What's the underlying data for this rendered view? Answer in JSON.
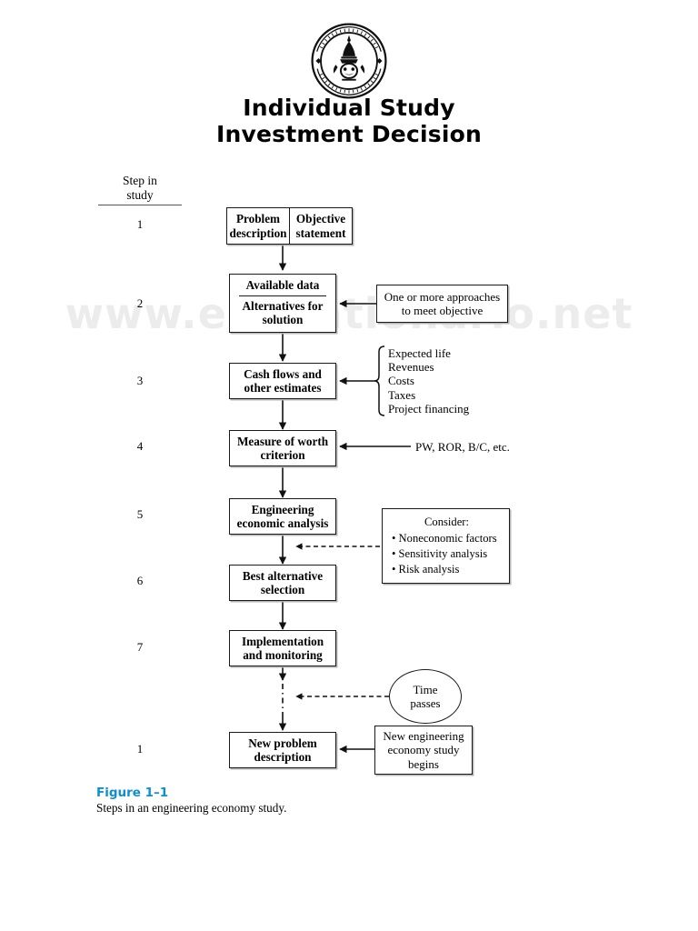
{
  "page": {
    "watermark": "www.educationario.net",
    "title_line1": "Individual Study",
    "title_line2": "Investment Decision",
    "logo_name": "university-seal-logo"
  },
  "step_column": {
    "header_line1": "Step in",
    "header_line2": "study",
    "numbers": [
      "1",
      "2",
      "3",
      "4",
      "5",
      "6",
      "7",
      "1"
    ]
  },
  "flow": {
    "nodes": [
      {
        "id": "problem-objective",
        "type": "split",
        "left_line1": "Problem",
        "left_line2": "description",
        "right_line1": "Objective",
        "right_line2": "statement"
      },
      {
        "id": "available-data",
        "type": "stacked",
        "top": "Available data",
        "bottom_line1": "Alternatives for",
        "bottom_line2": "solution"
      },
      {
        "id": "cash-flows",
        "type": "simple",
        "line1": "Cash flows and",
        "line2": "other estimates"
      },
      {
        "id": "measure-of-worth",
        "type": "simple",
        "line1": "Measure of worth",
        "line2": "criterion"
      },
      {
        "id": "engineering-economic-analysis",
        "type": "simple",
        "line1": "Engineering",
        "line2": "economic analysis"
      },
      {
        "id": "best-alternative",
        "type": "simple",
        "line1": "Best alternative",
        "line2": "selection"
      },
      {
        "id": "implementation",
        "type": "simple",
        "line1": "Implementation",
        "line2": "and monitoring"
      },
      {
        "id": "new-problem",
        "type": "simple",
        "line1": "New problem",
        "line2": "description"
      }
    ]
  },
  "annotations": {
    "approaches_box": {
      "line1": "One or more approaches",
      "line2": "to meet objective"
    },
    "estimates_brace": {
      "items": [
        "Expected life",
        "Revenues",
        "Costs",
        "Taxes",
        "Project financing"
      ]
    },
    "worth_measures": "PW, ROR, B/C, etc.",
    "consider_box": {
      "header": "Consider:",
      "items": [
        "• Noneconomic factors",
        "• Sensitivity analysis",
        "• Risk analysis"
      ]
    },
    "time_passes": {
      "line1": "Time",
      "line2": "passes"
    },
    "new_study_box": {
      "line1": "New engineering",
      "line2": "economy study",
      "line3": "begins"
    }
  },
  "caption": {
    "label": "Figure 1–1",
    "text": "Steps in an engineering economy study.",
    "label_color": "#0d8fd1"
  }
}
